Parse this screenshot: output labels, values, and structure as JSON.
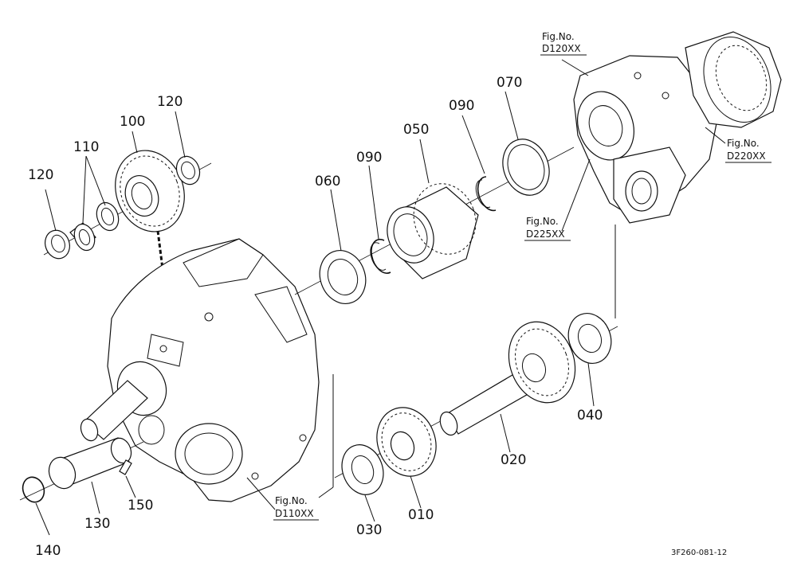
{
  "parts": {
    "p010": "010",
    "p020": "020",
    "p030": "030",
    "p040": "040",
    "p050": "050",
    "p060": "060",
    "p070": "070",
    "p090a": "090",
    "p090b": "090",
    "p100": "100",
    "p110": "110",
    "p120a": "120",
    "p120b": "120",
    "p130": "130",
    "p140": "140",
    "p150": "150"
  },
  "figrefs": {
    "d120": {
      "line1": "Fig.No.",
      "line2": "D120XX"
    },
    "d220": {
      "line1": "Fig.No.",
      "line2": "D220XX"
    },
    "d225": {
      "line1": "Fig.No.",
      "line2": "D225XX"
    },
    "d110": {
      "line1": "Fig.No.",
      "line2": "D110XX"
    }
  },
  "drawing_code": "3F260-081-12"
}
